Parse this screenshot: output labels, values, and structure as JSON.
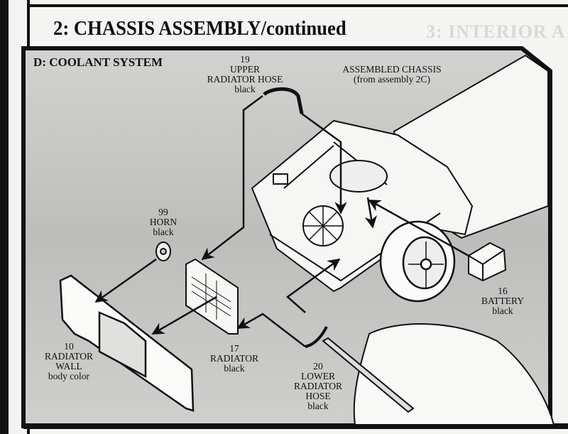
{
  "page": {
    "title": "2: CHASSIS ASSEMBLY/continued",
    "faint_next_title": "3: INTERIOR A"
  },
  "section": {
    "title": "D: COOLANT SYSTEM",
    "panel_color": "#c9c9c7"
  },
  "callouts": {
    "upper_hose": {
      "number": "19",
      "name1": "UPPER",
      "name2": "RADIATOR HOSE",
      "color": "black"
    },
    "chassis": {
      "name": "ASSEMBLED CHASSIS",
      "note": "(from assembly 2C)"
    },
    "horn": {
      "number": "99",
      "name": "HORN",
      "color": "black"
    },
    "battery": {
      "number": "16",
      "name": "BATTERY",
      "color": "black"
    },
    "radiator_wall": {
      "number": "10",
      "name1": "RADIATOR",
      "name2": "WALL",
      "color": "body color"
    },
    "radiator": {
      "number": "17",
      "name": "RADIATOR",
      "color": "black"
    },
    "lower_hose": {
      "number": "20",
      "name1": "LOWER",
      "name2": "RADIATOR",
      "name3": "HOSE",
      "color": "black"
    }
  }
}
